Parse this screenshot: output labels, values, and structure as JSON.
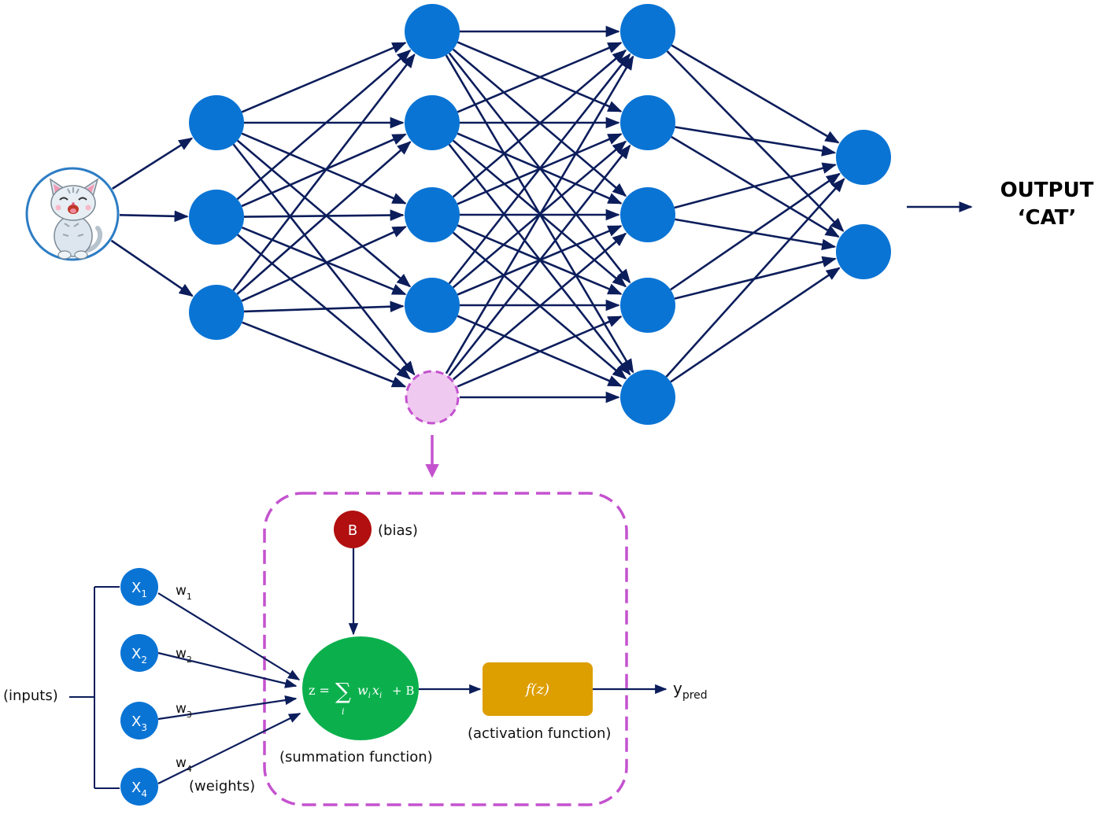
{
  "network": {
    "layer_sizes": [
      1,
      3,
      5,
      5,
      2
    ],
    "highlighted": {
      "layer": 2,
      "index": 4
    },
    "output": {
      "line1": "OUTPUT",
      "line2": "‘CAT’"
    }
  },
  "neuron": {
    "bias": {
      "symbol": "B",
      "label": "(bias)"
    },
    "inputs": [
      {
        "base": "X",
        "sub": "1",
        "weight_base": "w",
        "weight_sub": "1"
      },
      {
        "base": "X",
        "sub": "2",
        "weight_base": "w",
        "weight_sub": "2"
      },
      {
        "base": "X",
        "sub": "3",
        "weight_base": "w",
        "weight_sub": "3"
      },
      {
        "base": "X",
        "sub": "4",
        "weight_base": "w",
        "weight_sub": "4"
      }
    ],
    "inputs_label": "(inputs)",
    "weights_label": "(weights)",
    "summation": {
      "z": "z",
      "eq": "=",
      "sigma": "∑",
      "sigma_index": "i",
      "w": "w",
      "w_sub": "i",
      "x": "x",
      "x_sub": "i",
      "plus_b": "+ B",
      "label": "(summation function)"
    },
    "activation": {
      "text": "f(z)",
      "label": "(activation function)"
    },
    "output": {
      "base": "y",
      "sub": "pred"
    }
  },
  "colors": {
    "node_blue": "#0a74d4",
    "edge_navy": "#0c1d5b",
    "highlight_fill": "#f0c9f0",
    "highlight_stroke": "#c452cf",
    "bias_red": "#b10f10",
    "sum_green": "#0bb04d",
    "activation_gold": "#dd9e00",
    "cat_circle": "#2d7dc4"
  },
  "icons": {
    "input": "cat-icon"
  }
}
